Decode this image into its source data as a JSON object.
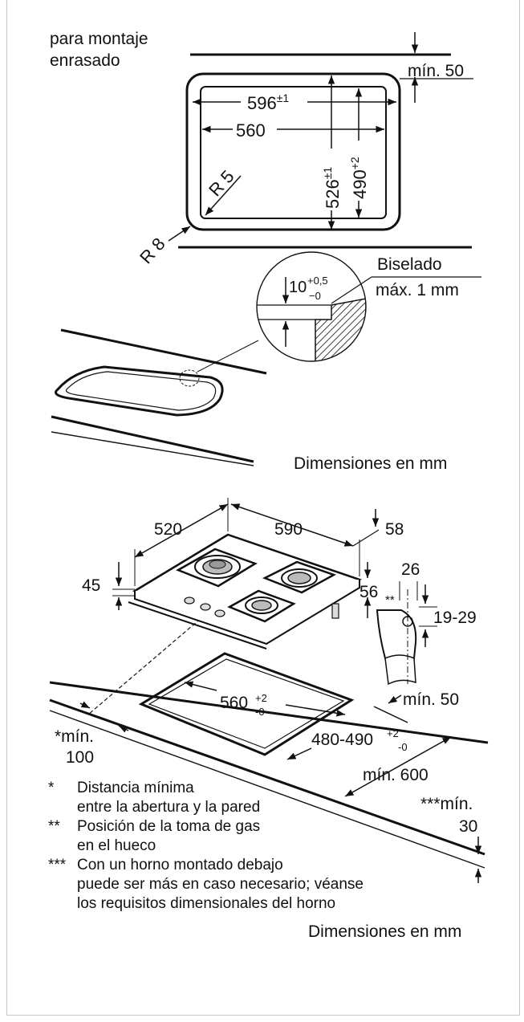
{
  "top_section": {
    "mount_label_line1": "para montaje",
    "mount_label_line2": "enrasado",
    "min_top": "mín. 50",
    "width_outer": "596",
    "width_outer_tol": "±1",
    "width_inner": "560",
    "depth_outer": "526",
    "depth_outer_tol": "±1",
    "depth_inner": "490",
    "depth_inner_tol": "+2",
    "radius_inner": "R 5",
    "radius_outer": "R 8",
    "bevel_line1": "Biselado",
    "bevel_line2": "máx. 1 mm",
    "step_value": "10",
    "step_tol_plus": "+0,5",
    "step_tol_minus": "−0",
    "units": "Dimensiones en mm"
  },
  "bottom_section": {
    "depth": "520",
    "width": "590",
    "thickness_right": "58",
    "thickness_left": "45",
    "gas_offset": "56",
    "gas_marker": "**",
    "gas_width": "26",
    "gas_height": "19-29",
    "min_front": "mín. 50",
    "cutout_width": "560",
    "cutout_width_tol_plus": "+2",
    "cutout_width_tol_minus": "-0",
    "cutout_depth": "480-490",
    "cutout_depth_tol_plus": "+2",
    "cutout_depth_tol_minus": "-0",
    "min_wall_star": "*mín.",
    "min_wall_value": "100",
    "min_depth": "mín. 600",
    "min_below_label": "***mín.",
    "min_below_value": "30"
  },
  "notes": [
    {
      "mark": "*",
      "line1": "Distancia mínima",
      "line2": "entre la abertura y la pared"
    },
    {
      "mark": "**",
      "line1": "Posición de la toma de gas",
      "line2": "en el hueco"
    },
    {
      "mark": "***",
      "line1": "Con un horno montado debajo",
      "line2": "puede ser más en caso necesario; véanse",
      "line3": "los requisitos dimensionales del horno"
    }
  ],
  "units_bottom": "Dimensiones en mm"
}
